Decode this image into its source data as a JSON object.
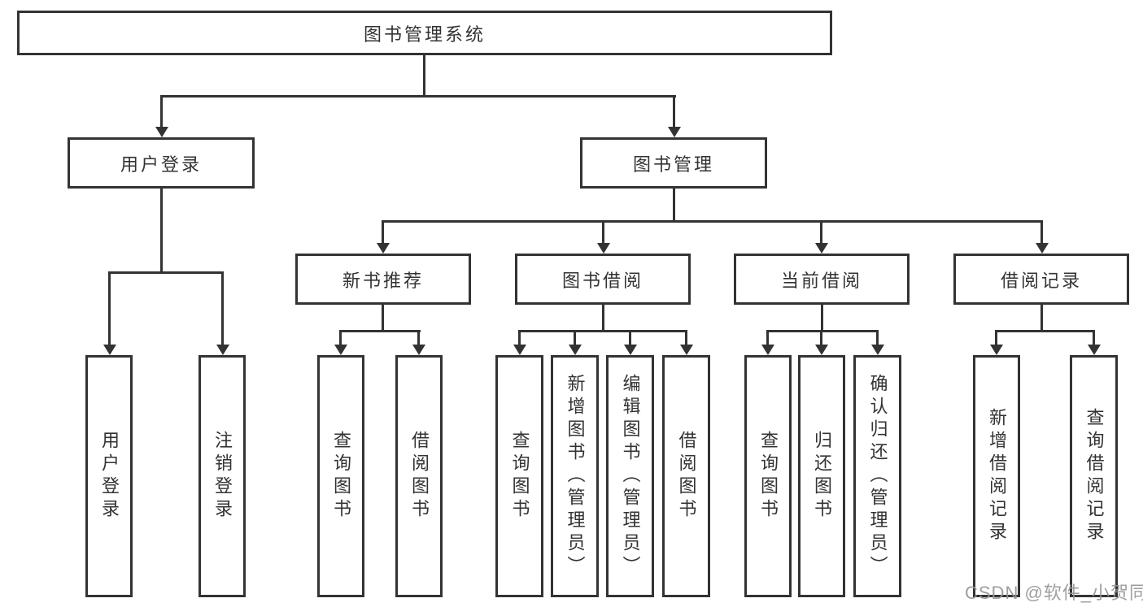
{
  "tree": {
    "label": "图书管理系统",
    "children": [
      {
        "label": "用户登录",
        "children": [
          {
            "label": "用户登录"
          },
          {
            "label": "注销登录"
          }
        ]
      },
      {
        "label": "图书管理",
        "children": [
          {
            "label": "新书推荐",
            "children": [
              {
                "label": "查询图书"
              },
              {
                "label": "借阅图书"
              }
            ]
          },
          {
            "label": "图书借阅",
            "children": [
              {
                "label": "查询图书"
              },
              {
                "label": "新增图书（管理员）"
              },
              {
                "label": "编辑图书（管理员）"
              },
              {
                "label": "借阅图书"
              }
            ]
          },
          {
            "label": "当前借阅",
            "children": [
              {
                "label": "查询图书"
              },
              {
                "label": "归还图书"
              },
              {
                "label": "确认归还（管理员）"
              }
            ]
          },
          {
            "label": "借阅记录",
            "children": [
              {
                "label": "新增借阅记录"
              },
              {
                "label": "查询借阅记录"
              }
            ]
          }
        ]
      }
    ]
  },
  "watermark": {
    "text": "CSDN @软件_小贺同学"
  },
  "colors": {
    "line": "#333333",
    "background": "#ffffff",
    "watermark": "#969696"
  }
}
